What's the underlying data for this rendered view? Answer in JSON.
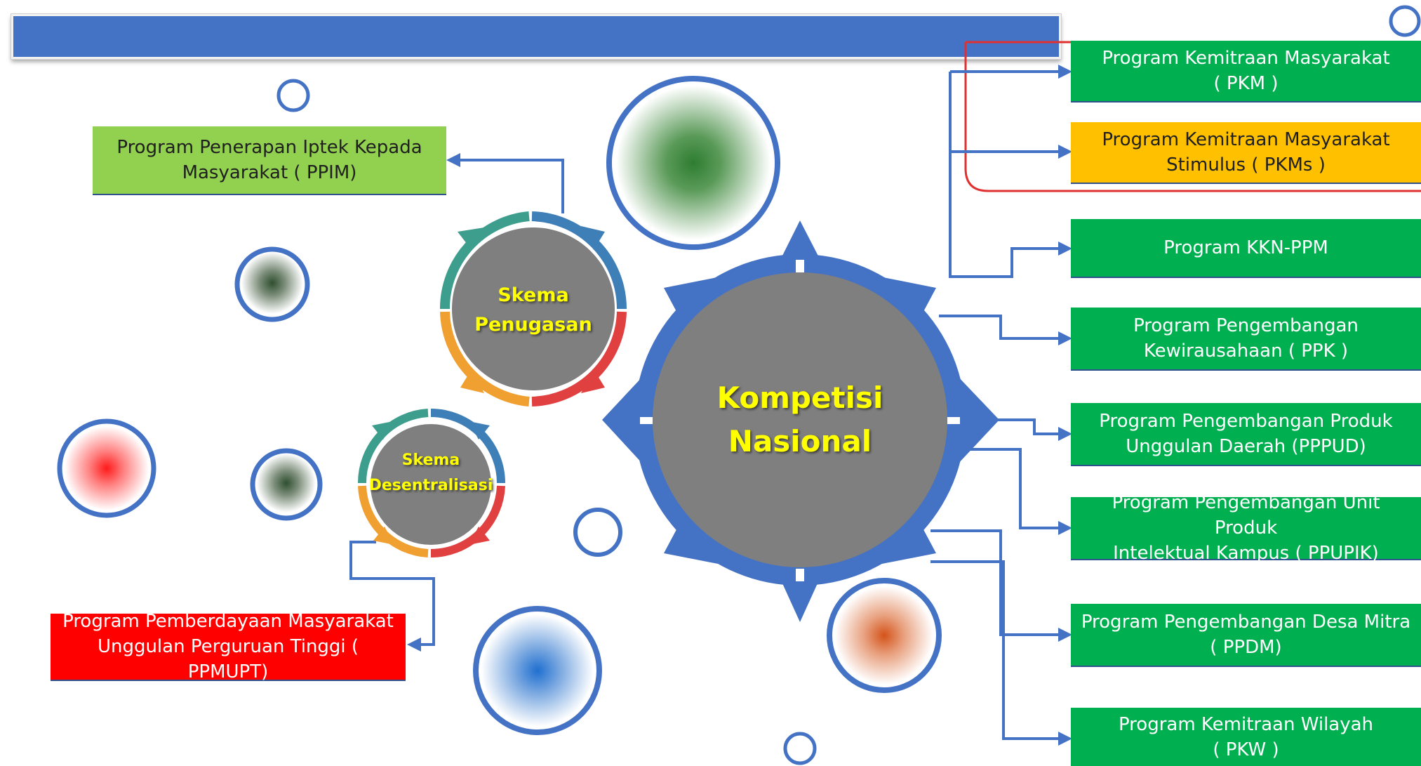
{
  "colors": {
    "accent_blue": "#4472c4",
    "program_green": "#00b050",
    "program_yellow": "#ffc000",
    "program_lime": "#92d050",
    "program_red": "#ff0000",
    "hub_gray": "#7f7f7f",
    "hub_text": "#ffff00",
    "highlight_outline": "#e03030"
  },
  "hubs": {
    "national": "Kompetisi\nNasional",
    "assignment": "Skema\nPenugasan",
    "decentralization": "Skema\nDesentralisasi"
  },
  "programs_left": {
    "ppim": "Program Penerapan Iptek Kepada\nMasyarakat ( PPIM)",
    "ppmupt": "Program  Pemberdayaan Masyarakat\nUnggulan Perguruan Tinggi ( PPMUPT)"
  },
  "programs_right": [
    {
      "label": "Program Kemitraan Masyarakat\n( PKM )"
    },
    {
      "label": "Program Kemitraan Masyarakat\nStimulus ( PKMs )"
    },
    {
      "label": "Program KKN-PPM"
    },
    {
      "label": "Program Pengembangan\nKewirausahaan ( PPK )"
    },
    {
      "label": "Program Pengembangan Produk\nUnggulan Daerah (PPPUD)"
    },
    {
      "label": "Program Pengembangan Unit Produk\nIntelektual Kampus ( PPUPIK)"
    },
    {
      "label": "Program Pengembangan Desa Mitra\n( PPDM)"
    },
    {
      "label": "Program Kemitraan Wilayah\n( PKW )"
    }
  ]
}
